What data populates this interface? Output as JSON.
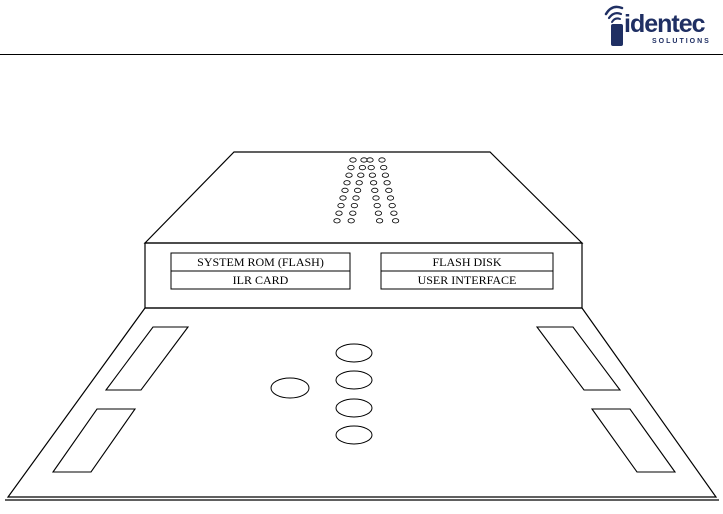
{
  "logo": {
    "wordmark": "identec",
    "subtitle": "SOLUTIONS",
    "color": "#1f2f63"
  },
  "diagram": {
    "left_panel": {
      "top_label": "SYSTEM ROM (FLASH)",
      "bottom_label": "ILR CARD"
    },
    "right_panel": {
      "top_label": "FLASH DISK",
      "bottom_label": "USER INTERFACE"
    }
  }
}
